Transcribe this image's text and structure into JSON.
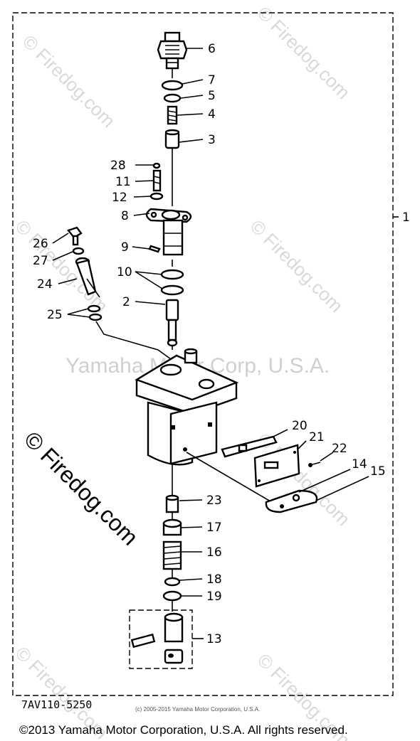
{
  "diagram": {
    "part_labels": [
      "1",
      "2",
      "3",
      "4",
      "5",
      "6",
      "7",
      "8",
      "9",
      "10",
      "11",
      "12",
      "13",
      "14",
      "15",
      "16",
      "17",
      "18",
      "19",
      "20",
      "21",
      "22",
      "23",
      "24",
      "25",
      "26",
      "27",
      "28"
    ],
    "watermark_center": "Yamaha Motor Corp, U.S.A.",
    "watermark_tile": "© Firedog.com",
    "watermark_side": "© Firedog.com",
    "diagram_code": "7AV110-5250",
    "source_note": "(c) 2005-2015 Yamaha Motor Corporation, U.S.A.",
    "copyright": "©2013 Yamaha Motor Corporation, U.S.A. All rights reserved."
  }
}
